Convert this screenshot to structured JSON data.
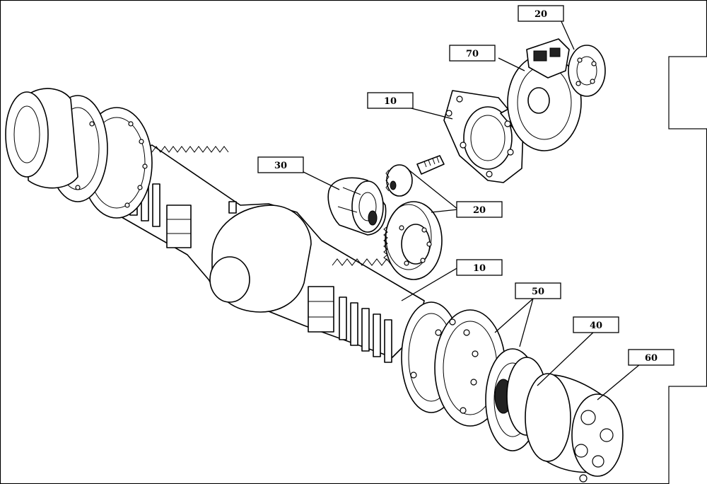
{
  "diagram": {
    "callouts": [
      {
        "id": "c20a",
        "label": "20"
      },
      {
        "id": "c70",
        "label": "70"
      },
      {
        "id": "c10a",
        "label": "10"
      },
      {
        "id": "c30",
        "label": "30"
      },
      {
        "id": "c20b",
        "label": "20"
      },
      {
        "id": "c10b",
        "label": "10"
      },
      {
        "id": "c50",
        "label": "50"
      },
      {
        "id": "c40",
        "label": "40"
      },
      {
        "id": "c60",
        "label": "60"
      }
    ]
  }
}
